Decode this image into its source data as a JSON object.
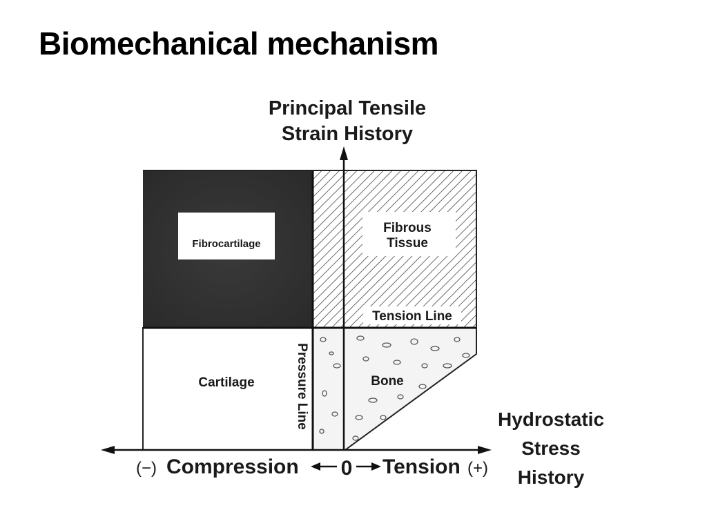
{
  "slide": {
    "title": "Biomechanical mechanism"
  },
  "diagram": {
    "y_axis_label": [
      "Principal Tensile",
      "Strain History"
    ],
    "x_axis_label": [
      "Hydrostatic",
      "Stress",
      "History"
    ],
    "regions": {
      "fibrocartilage": "Fibrocartilage",
      "fibrous_tissue": [
        "Fibrous",
        "Tissue"
      ],
      "cartilage": "Cartilage",
      "bone": "Bone"
    },
    "lines": {
      "tension_line": "Tension Line",
      "pressure_line": "Pressure Line"
    },
    "x_axis_ticks": {
      "minus": "(−)",
      "compression": "Compression",
      "zero": "0",
      "tension": "Tension",
      "plus": "(+)"
    }
  }
}
